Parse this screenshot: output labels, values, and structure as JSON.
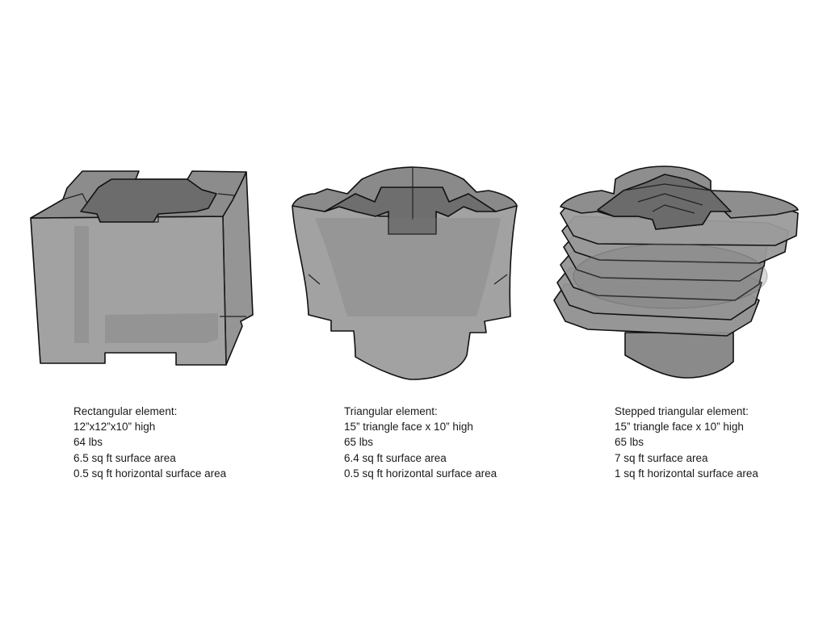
{
  "colors": {
    "body_fill": "#8e8e8e",
    "face_fill": "#9a9a9a",
    "inner_fill": "#7a7a7a",
    "dark_fill": "#6a6a6a",
    "outline": "#111111"
  },
  "elements": [
    {
      "title": "Rectangular element:",
      "dimensions": "12”x12”x10” high",
      "weight": "64 lbs",
      "surface_area": "6.5 sq ft surface area",
      "horizontal_surface_area": "0.5 sq ft horizontal surface area"
    },
    {
      "title": "Triangular element:",
      "dimensions": "15” triangle face x 10” high",
      "weight": "65 lbs",
      "surface_area": "6.4 sq ft surface area",
      "horizontal_surface_area": "0.5 sq ft horizontal surface area"
    },
    {
      "title": "Stepped triangular element:",
      "dimensions": "15” triangle face x 10” high",
      "weight": "65 lbs",
      "surface_area": "7 sq ft surface area",
      "horizontal_surface_area": "1 sq ft horizontal surface area"
    }
  ]
}
